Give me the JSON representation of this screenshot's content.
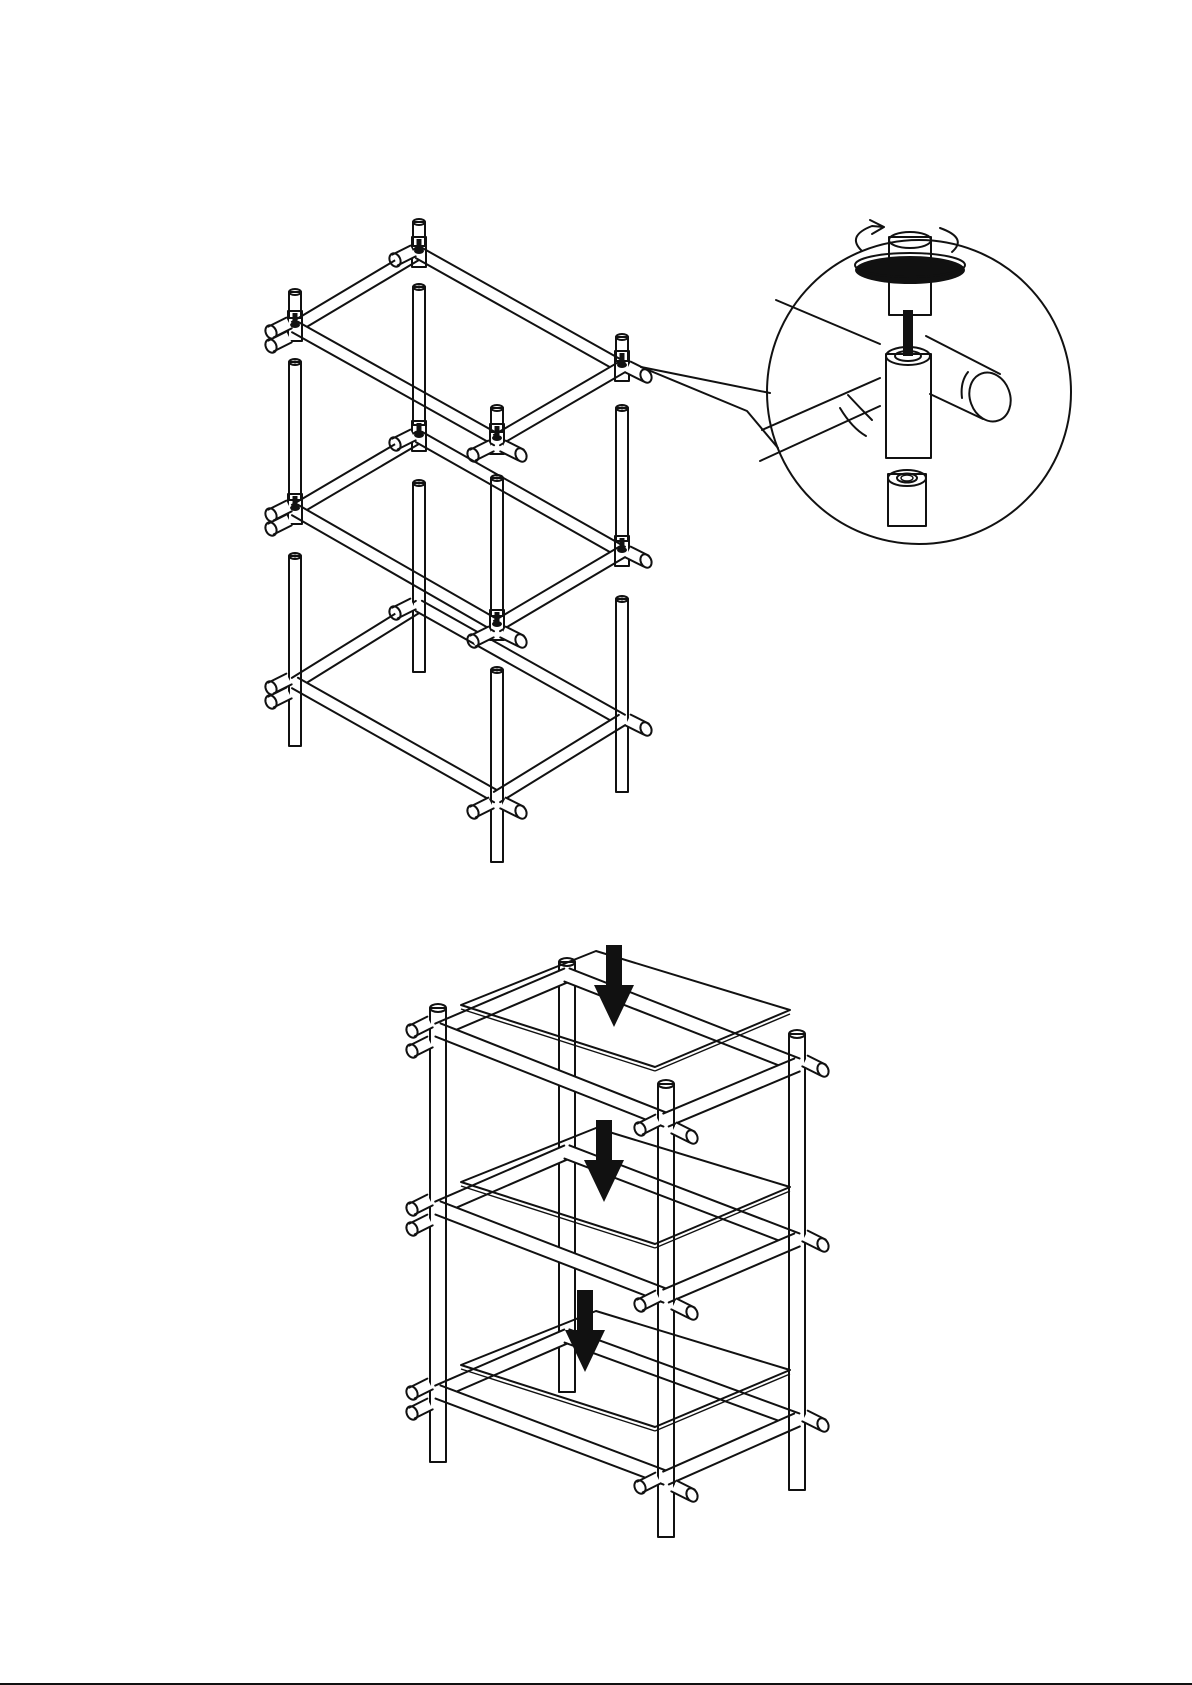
{
  "page": {
    "background": "#ffffff",
    "line_color": "#111111",
    "arrow_color": "#111111"
  },
  "steps": [
    {
      "id": "step-frame-assembly",
      "illustration": "three-tier-tube-frame-exploded",
      "detail_icon": "screw-connector-rotate-icon"
    },
    {
      "id": "step-shelf-insertion",
      "illustration": "three-tier-frame-with-shelves",
      "shelf_count": 3,
      "action_icon": "down-arrow-icon"
    }
  ]
}
